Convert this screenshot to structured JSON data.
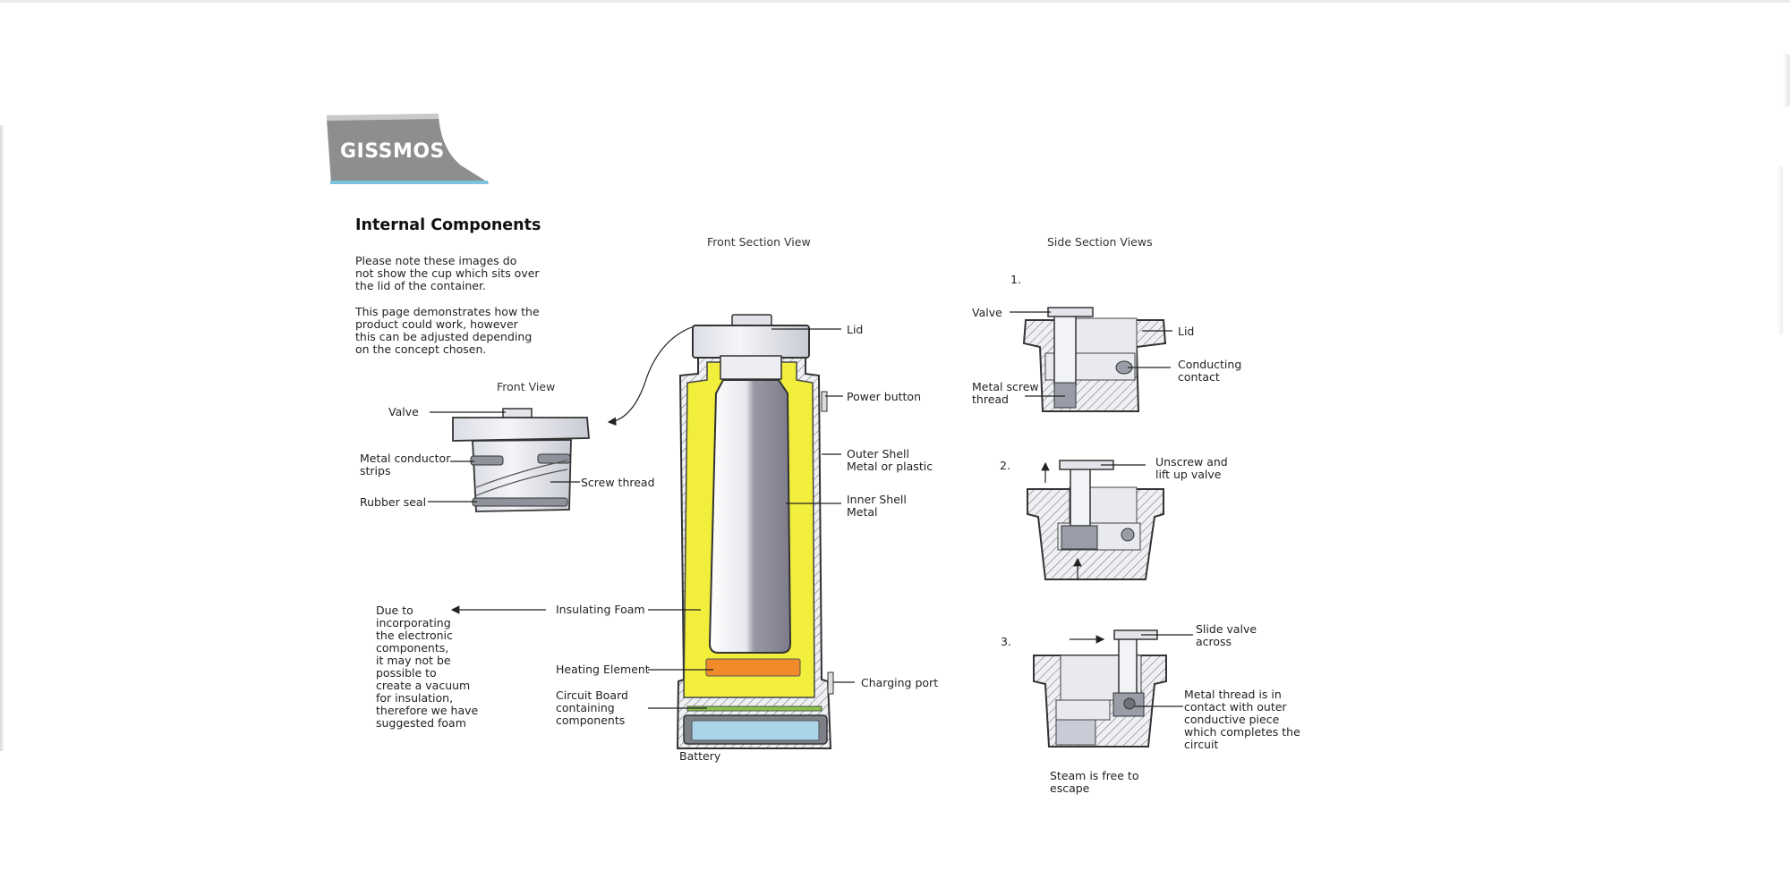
{
  "brand": {
    "name": "GISSMOS",
    "banner_color": "#8c8e90",
    "accent_color": "#7cc4dd"
  },
  "intro": {
    "heading": "Internal Components",
    "note_1": "Please note these images do\nnot show the cup which sits over\nthe lid of the container.",
    "note_2": "This page demonstrates how the\nproduct could work, however\nthis can be adjusted depending\non the concept chosen."
  },
  "front_view": {
    "title": "Front View",
    "labels": {
      "valve": "Valve",
      "conductor": "Metal conductor\nstrips",
      "rubber_seal": "Rubber seal",
      "screw_thread": "Screw thread"
    }
  },
  "foam_note": "Due to\nincorporating\nthe electronic\ncomponents,\nit may not be\npossible to\ncreate a vacuum\nfor insulation,\ntherefore we have\nsuggested foam",
  "front_section": {
    "title": "Front Section View",
    "labels": {
      "lid": "Lid",
      "power_button": "Power button",
      "outer_shell": "Outer Shell\nMetal or plastic",
      "inner_shell": "Inner Shell\nMetal",
      "insulating_foam": "Insulating Foam",
      "heating_element": "Heating Element",
      "circuit_board": "Circuit Board\ncontaining\ncomponents",
      "charging_port": "Charging port",
      "battery": "Battery"
    },
    "colors": {
      "foam": "#f2ef3c",
      "heater": "#f08a2a",
      "battery": "#a9d4ea",
      "shell": "#d0d2d6",
      "inner": "#8e8c98"
    }
  },
  "side_sections": {
    "title": "Side Section Views",
    "steps": [
      {
        "number": "1.",
        "labels": {
          "valve": "Valve",
          "lid": "Lid",
          "contact": "Conducting\ncontact",
          "thread": "Metal screw\nthread"
        }
      },
      {
        "number": "2.",
        "labels": {
          "action": "Unscrew and\nlift up valve"
        }
      },
      {
        "number": "3.",
        "labels": {
          "action": "Slide valve\nacross",
          "contact": "Metal thread is in\ncontact with outer\nconductive piece\nwhich completes the\ncircuit",
          "steam": "Steam is free to\nescape"
        }
      }
    ]
  }
}
